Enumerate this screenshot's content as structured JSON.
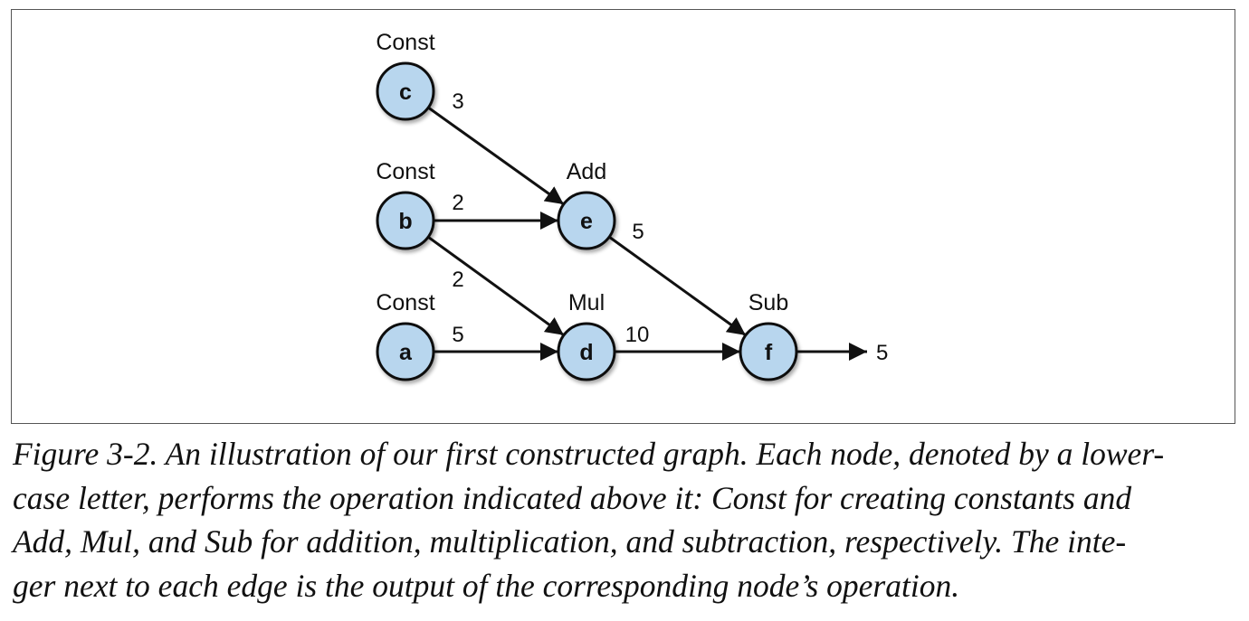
{
  "figure": {
    "nodes": [
      {
        "id": "c",
        "label": "c",
        "op": "Const"
      },
      {
        "id": "b",
        "label": "b",
        "op": "Const"
      },
      {
        "id": "a",
        "label": "a",
        "op": "Const"
      },
      {
        "id": "e",
        "label": "e",
        "op": "Add"
      },
      {
        "id": "d",
        "label": "d",
        "op": "Mul"
      },
      {
        "id": "f",
        "label": "f",
        "op": "Sub"
      }
    ],
    "edges": [
      {
        "from": "c",
        "to": "e",
        "value": "3"
      },
      {
        "from": "b",
        "to": "e",
        "value": "2"
      },
      {
        "from": "b",
        "to": "d",
        "value": "2"
      },
      {
        "from": "a",
        "to": "d",
        "value": "5"
      },
      {
        "from": "e",
        "to": "f",
        "value": "5"
      },
      {
        "from": "d",
        "to": "f",
        "value": "10"
      },
      {
        "from": "f",
        "to": "output",
        "value": "5"
      }
    ],
    "colors": {
      "node_fill": "#b8d6ee",
      "node_stroke": "#111111",
      "edge": "#111111"
    }
  },
  "caption": {
    "lines": [
      "Figure 3-2. An illustration of our first constructed graph. Each node, denoted by a lower-",
      "case letter, performs the operation indicated above it: Const for creating constants and",
      "Add, Mul, and Sub for addition, multiplication, and subtraction, respectively. The inte-",
      "ger next to each edge is the output of the corresponding node’s operation."
    ]
  }
}
